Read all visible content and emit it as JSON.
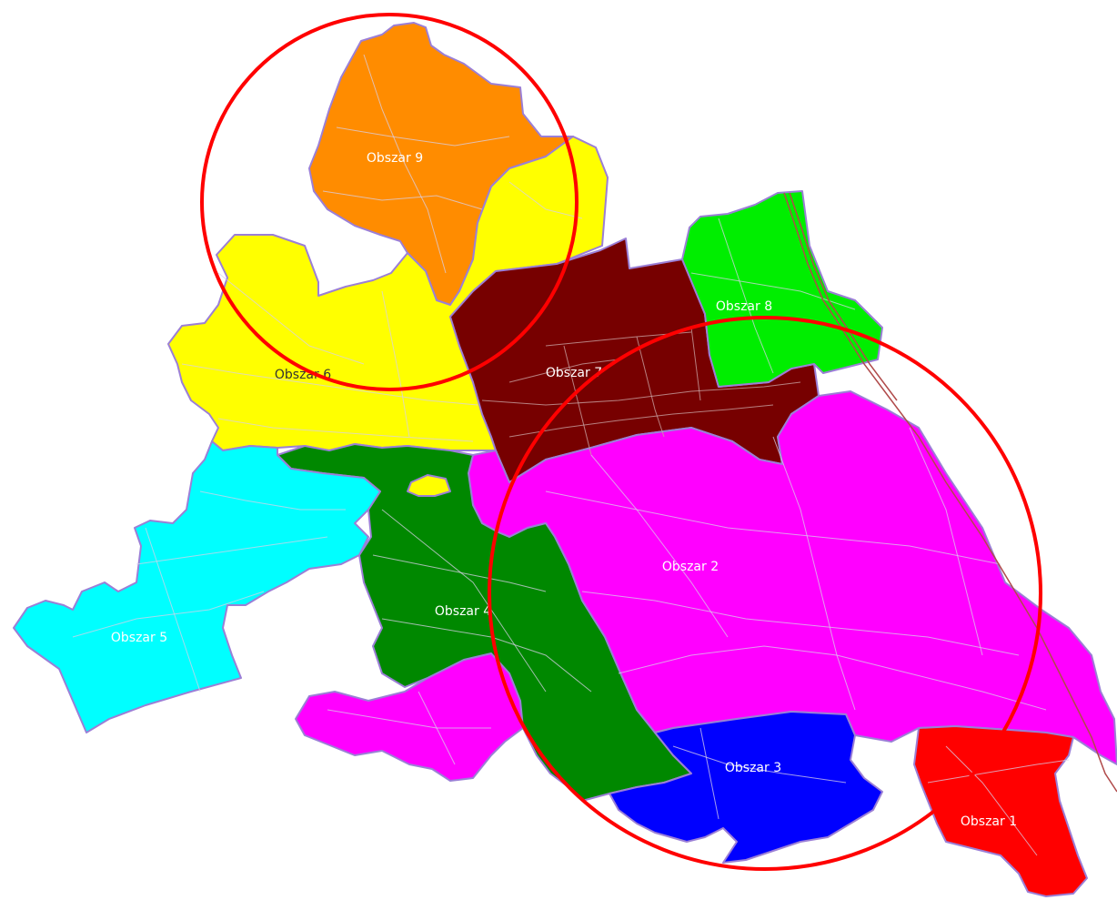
{
  "map": {
    "districts": [
      {
        "id": "obszar-9",
        "label": "Obszar 9",
        "color": "#ff8c00",
        "label_color": "#ffffff"
      },
      {
        "id": "obszar-6",
        "label": "Obszar 6",
        "color": "#ffff00",
        "label_color": "#333333"
      },
      {
        "id": "obszar-7",
        "label": "Obszar 7",
        "color": "#770000",
        "label_color": "#ffffff"
      },
      {
        "id": "obszar-8",
        "label": "Obszar 8",
        "color": "#00ee00",
        "label_color": "#ffffff"
      },
      {
        "id": "obszar-2",
        "label": "Obszar 2",
        "color": "#ff00ff",
        "label_color": "#ffffff"
      },
      {
        "id": "obszar-4",
        "label": "Obszar 4",
        "color": "#008800",
        "label_color": "#ffffff"
      },
      {
        "id": "obszar-5",
        "label": "Obszar 5",
        "color": "#00ffff",
        "label_color": "#ffffff"
      },
      {
        "id": "obszar-3",
        "label": "Obszar 3",
        "color": "#0000ff",
        "label_color": "#ffffff"
      },
      {
        "id": "obszar-1",
        "label": "Obszar 1",
        "color": "#ff0000",
        "label_color": "#ffffff"
      }
    ],
    "highlight_color": "#ff0000"
  }
}
